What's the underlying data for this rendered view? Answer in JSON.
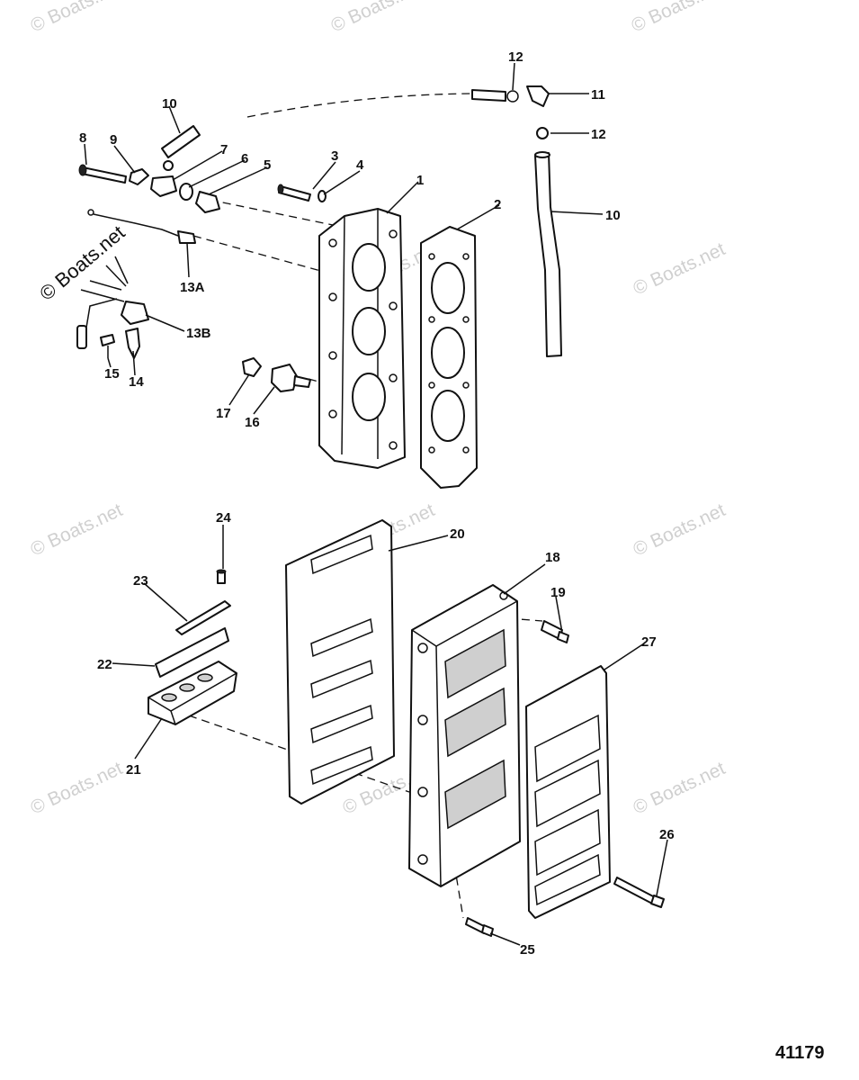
{
  "figure_number": "41179",
  "watermark_text": "© Boats.net",
  "part_labels": [
    "1",
    "2",
    "3",
    "4",
    "5",
    "6",
    "7",
    "8",
    "9",
    "10",
    "11",
    "12",
    "13A",
    "13B",
    "14",
    "15",
    "16",
    "17",
    "18",
    "19",
    "20",
    "21",
    "22",
    "23",
    "24",
    "25",
    "26",
    "27"
  ]
}
